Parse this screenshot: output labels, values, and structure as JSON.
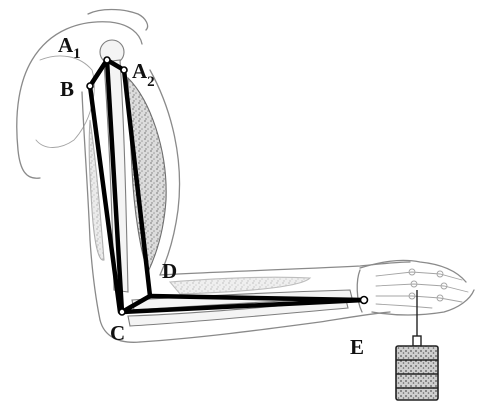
{
  "diagram": {
    "labels": {
      "a1": {
        "letter": "A",
        "subscript": "1"
      },
      "a2": {
        "letter": "A",
        "subscript": "2"
      },
      "b": "B",
      "c": "C",
      "d": "D",
      "e": "E"
    },
    "colors": {
      "lever_lines": "#000000",
      "anatomy_outline": "#8a8a8a",
      "background": "#ffffff"
    }
  }
}
